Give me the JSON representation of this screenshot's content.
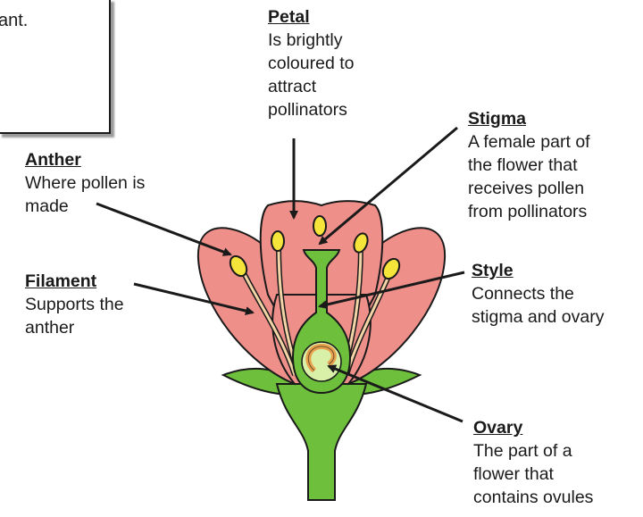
{
  "textbox": {
    "text": "ant."
  },
  "labels": {
    "petal": {
      "title": "Petal",
      "desc": "Is brightly\ncoloured to\nattract\npollinators"
    },
    "stigma": {
      "title": "Stigma",
      "desc": "A female part of\nthe flower that\nreceives pollen\nfrom pollinators"
    },
    "anther": {
      "title": "Anther",
      "desc": "Where pollen is\nmade"
    },
    "filament": {
      "title": "Filament",
      "desc": "Supports the\nanther"
    },
    "style": {
      "title": "Style",
      "desc": "Connects the\nstigma and ovary"
    },
    "ovary": {
      "title": "Ovary",
      "desc": "The part of a\nflower that\ncontains ovules"
    }
  },
  "colors": {
    "petal": "#ef8f8a",
    "petal_outline": "#1a1a1a",
    "green": "#6dbf3c",
    "pollen": "#f5e43a",
    "ovule": "#e8a04c"
  }
}
